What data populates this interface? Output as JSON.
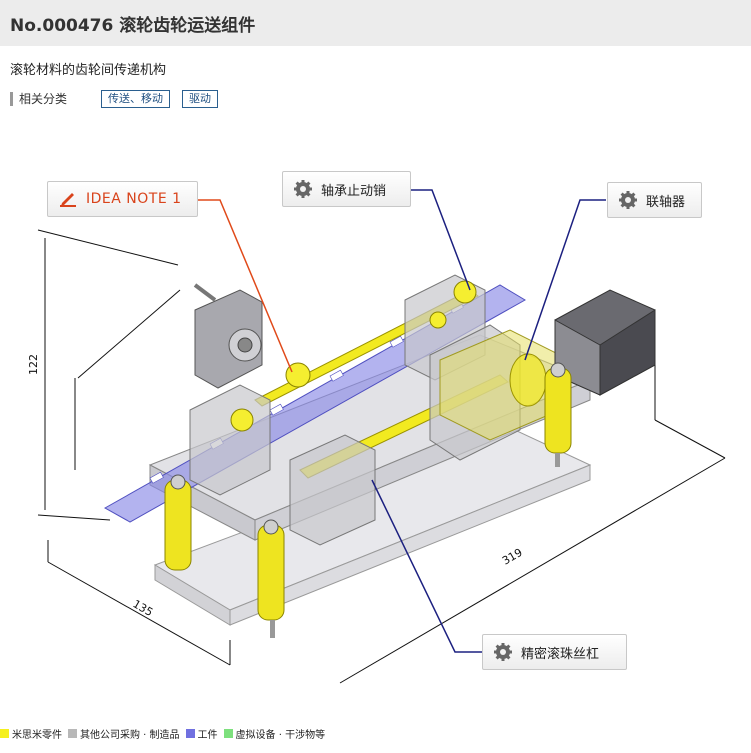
{
  "header": {
    "title": "No.000476 滚轮齿轮运送组件"
  },
  "subtitle": "滚轮材料的齿轮间传递机构",
  "categories": {
    "label": "相关分类",
    "tags": [
      "传送、移动",
      "驱动"
    ]
  },
  "callouts": {
    "idea_note": "IDEA NOTE 1",
    "bearing_pin": "轴承止动销",
    "coupling": "联轴器",
    "ball_screw": "精密滚珠丝杠"
  },
  "dimensions": {
    "height": "122",
    "width": "135",
    "length": "319"
  },
  "legend": [
    {
      "label": "米思米零件",
      "color": "#f5f01e"
    },
    {
      "label": "其他公司采购 · 制造品",
      "color": "#b8b8b8"
    },
    {
      "label": "工件",
      "color": "#7070e0"
    },
    {
      "label": "虚拟设备 · 干涉物等",
      "color": "#7de07d"
    }
  ],
  "colors": {
    "accent": "#d9431b",
    "leader": "#1c2080",
    "tag_border": "#2a5f8f"
  }
}
